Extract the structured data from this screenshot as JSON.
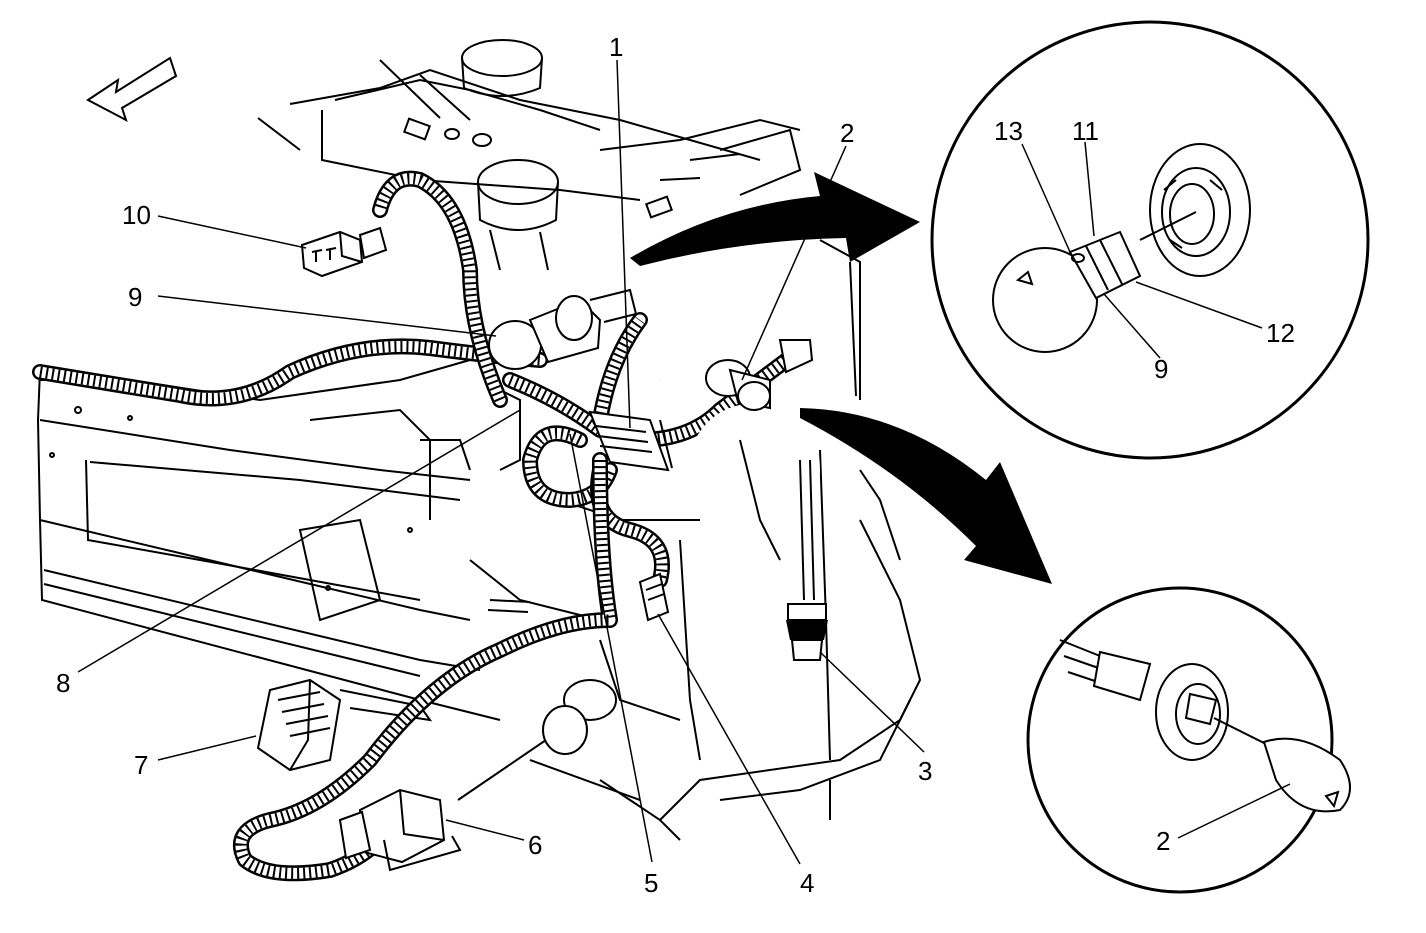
{
  "callouts": {
    "c1": "1",
    "c2": "2",
    "c3": "3",
    "c4": "4",
    "c5": "5",
    "c6": "6",
    "c7": "7",
    "c8": "8",
    "c9": "9",
    "c10": "10",
    "detail_top_11": "11",
    "detail_top_12": "12",
    "detail_top_13": "13",
    "detail_top_9": "9",
    "detail_bottom_2": "2"
  },
  "icons": {
    "direction": "front-arrow-icon",
    "pointer_top": "curved-arrow-icon",
    "pointer_bottom": "curved-arrow-icon"
  },
  "colors": {
    "ink": "#000000",
    "paper": "#ffffff"
  }
}
